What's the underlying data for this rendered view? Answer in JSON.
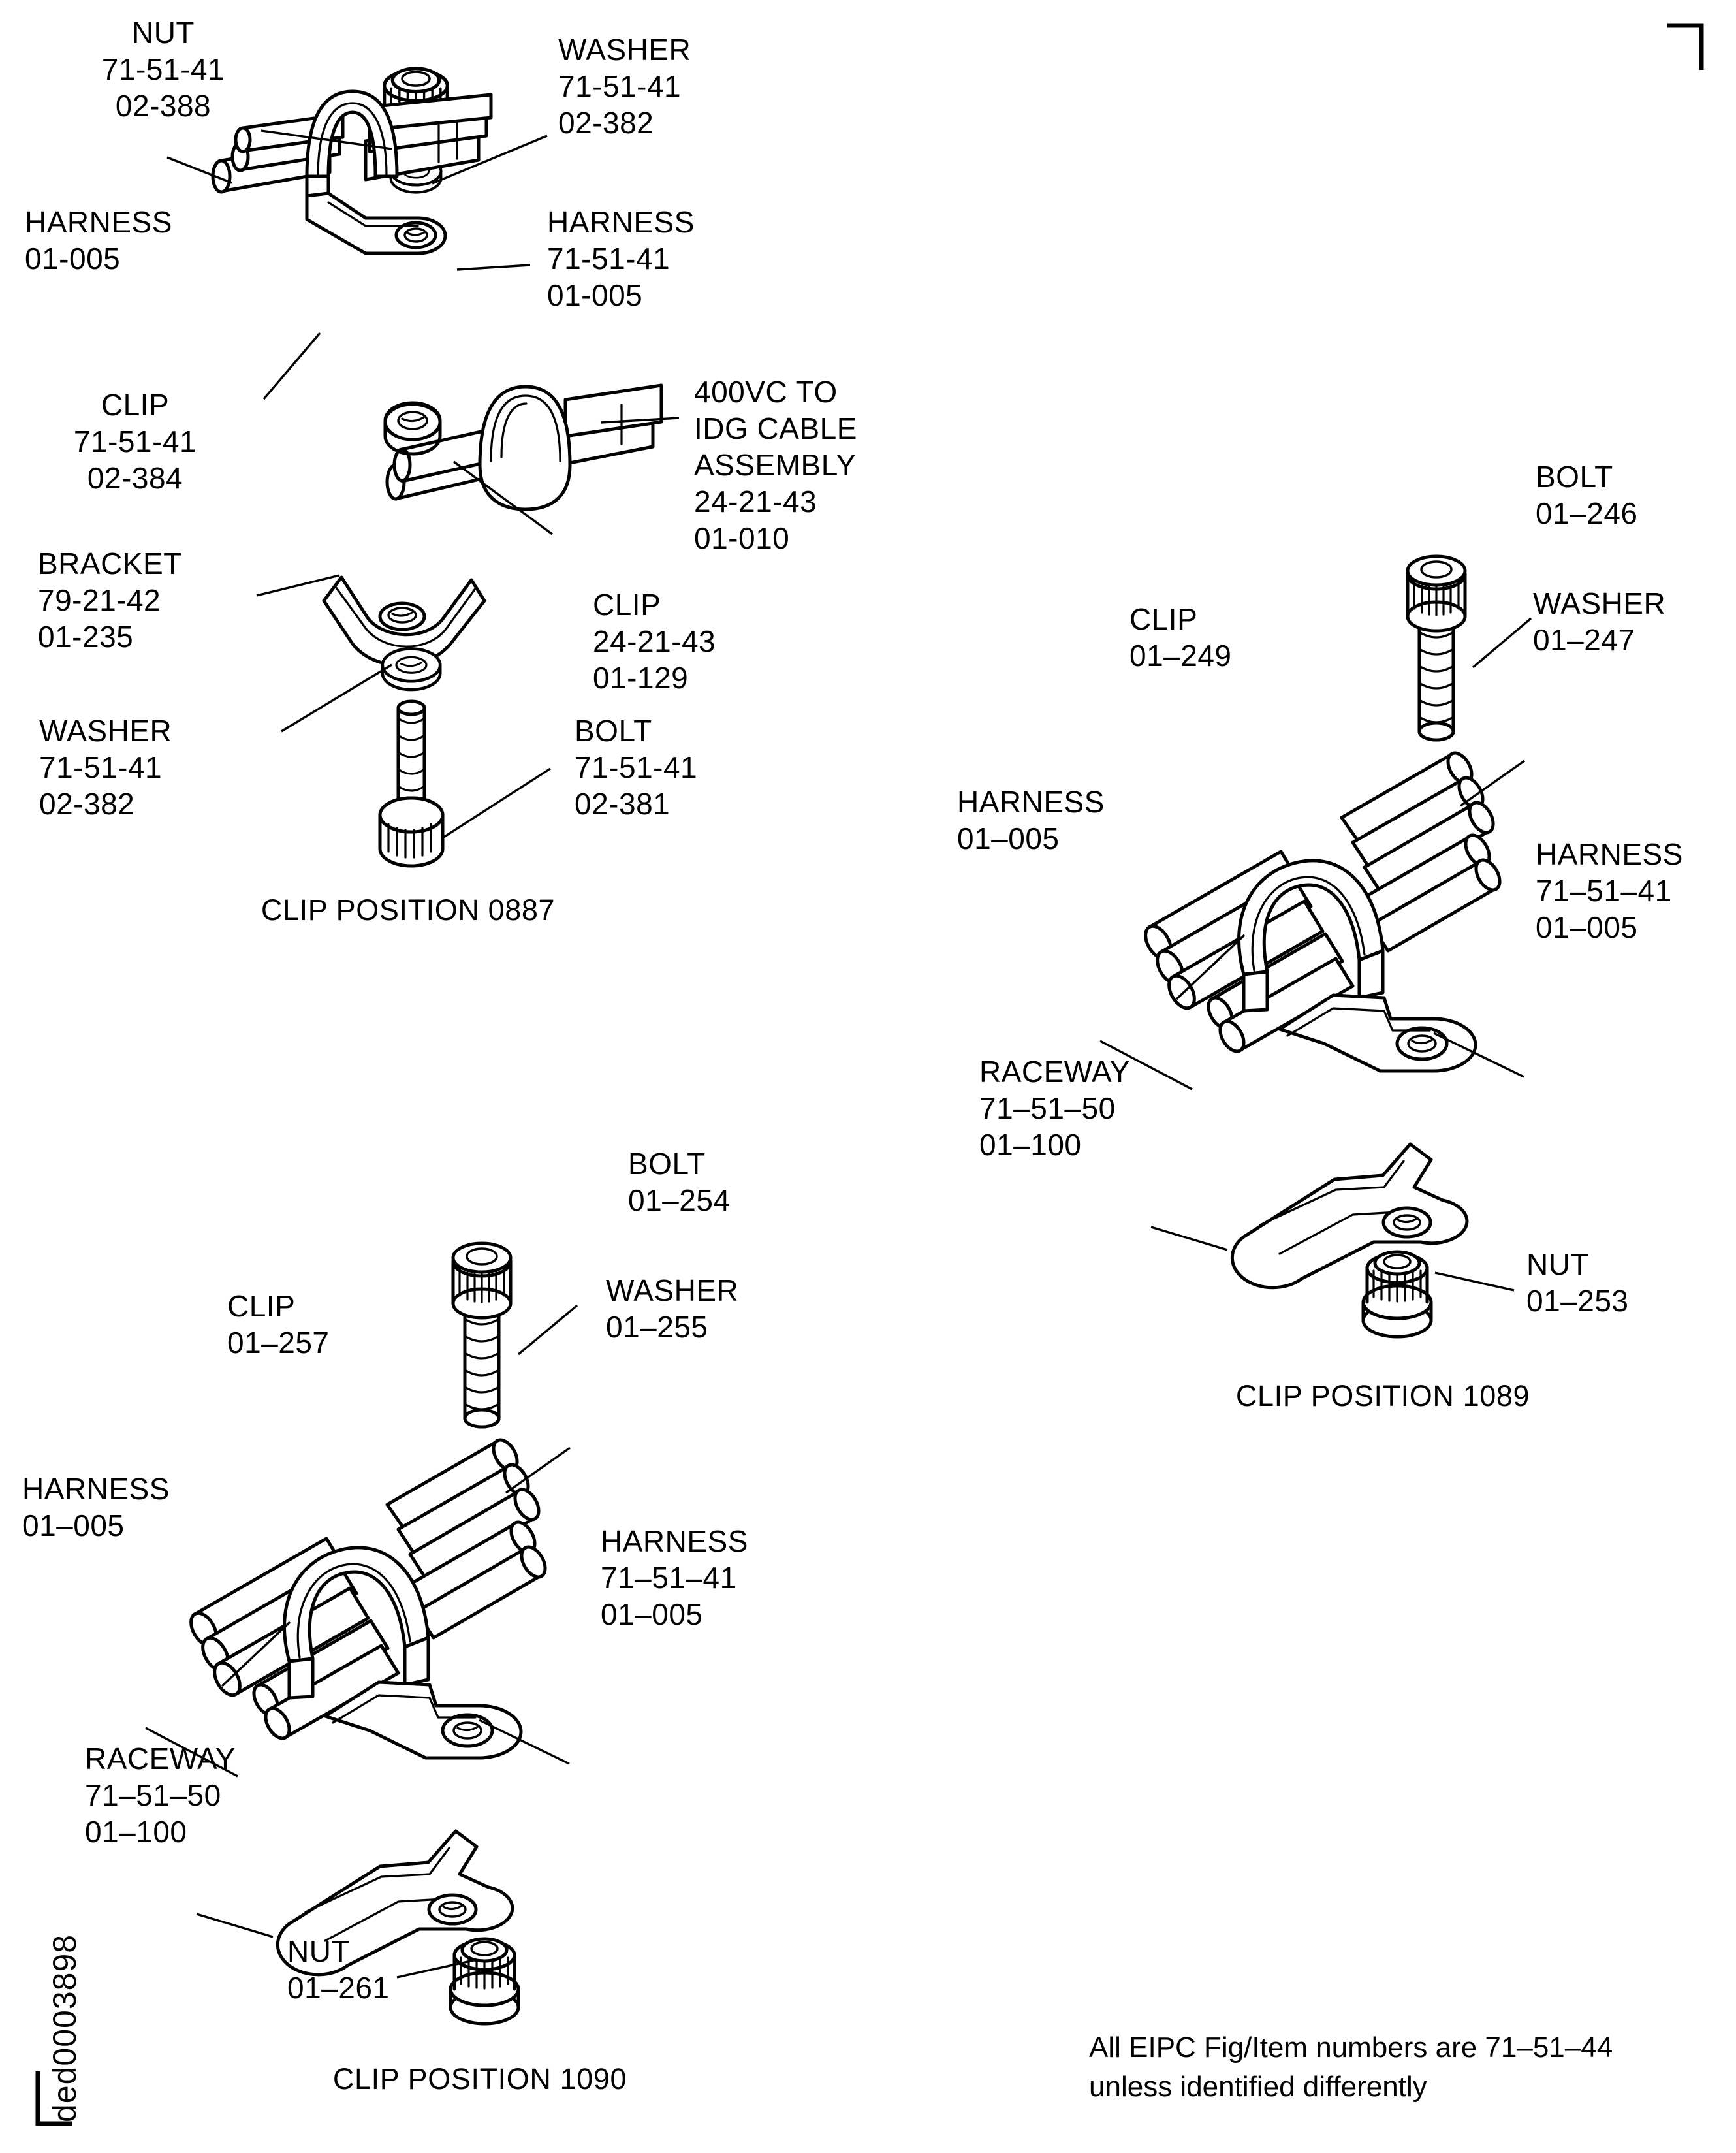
{
  "document": {
    "drawing_id": "ded0003898",
    "footer_note_line1": "All EIPC Fig/Item numbers are 71–51–44",
    "footer_note_line2": "unless identified differently"
  },
  "sections": [
    {
      "id": "clip-position-0887",
      "title": "CLIP POSITION 0887",
      "labels": [
        {
          "key": "nut",
          "name": "NUT",
          "lines": [
            "NUT",
            "71-51-41",
            "02-388"
          ]
        },
        {
          "key": "washer_top",
          "name": "WASHER",
          "lines": [
            "WASHER",
            "71-51-41",
            "02-382"
          ]
        },
        {
          "key": "harness_left",
          "name": "HARNESS",
          "lines": [
            "HARNESS",
            "01-005"
          ]
        },
        {
          "key": "harness_right",
          "name": "HARNESS",
          "lines": [
            "HARNESS",
            "71-51-41",
            "01-005"
          ]
        },
        {
          "key": "clip_upper",
          "name": "CLIP",
          "lines": [
            "CLIP",
            "71-51-41",
            "02-384"
          ]
        },
        {
          "key": "cable_assy",
          "name": "400VC TO IDG CABLE ASSEMBLY",
          "lines": [
            "400VC TO",
            "IDG CABLE",
            "ASSEMBLY",
            "24-21-43",
            "01-010"
          ]
        },
        {
          "key": "bracket",
          "name": "BRACKET",
          "lines": [
            "BRACKET",
            "79-21-42",
            "01-235"
          ]
        },
        {
          "key": "clip_lower",
          "name": "CLIP",
          "lines": [
            "CLIP",
            "24-21-43",
            "01-129"
          ]
        },
        {
          "key": "washer_bot",
          "name": "WASHER",
          "lines": [
            "WASHER",
            "71-51-41",
            "02-382"
          ]
        },
        {
          "key": "bolt",
          "name": "BOLT",
          "lines": [
            "BOLT",
            "71-51-41",
            "02-381"
          ]
        }
      ]
    },
    {
      "id": "clip-position-1089",
      "title": "CLIP POSITION 1089",
      "labels": [
        {
          "key": "bolt",
          "name": "BOLT",
          "lines": [
            "BOLT",
            "01–246"
          ]
        },
        {
          "key": "washer",
          "name": "WASHER",
          "lines": [
            "WASHER",
            "01–247"
          ]
        },
        {
          "key": "clip",
          "name": "CLIP",
          "lines": [
            "CLIP",
            "01–249"
          ]
        },
        {
          "key": "harness_left",
          "name": "HARNESS",
          "lines": [
            "HARNESS",
            "01–005"
          ]
        },
        {
          "key": "harness_right",
          "name": "HARNESS",
          "lines": [
            "HARNESS",
            "71–51–41",
            "01–005"
          ]
        },
        {
          "key": "raceway",
          "name": "RACEWAY",
          "lines": [
            "RACEWAY",
            "71–51–50",
            "01–100"
          ]
        },
        {
          "key": "nut",
          "name": "NUT",
          "lines": [
            "NUT",
            "01–253"
          ]
        }
      ]
    },
    {
      "id": "clip-position-1090",
      "title": "CLIP POSITION 1090",
      "labels": [
        {
          "key": "bolt",
          "name": "BOLT",
          "lines": [
            "BOLT",
            "01–254"
          ]
        },
        {
          "key": "washer",
          "name": "WASHER",
          "lines": [
            "WASHER",
            "01–255"
          ]
        },
        {
          "key": "clip",
          "name": "CLIP",
          "lines": [
            "CLIP",
            "01–257"
          ]
        },
        {
          "key": "harness_left",
          "name": "HARNESS",
          "lines": [
            "HARNESS",
            "01–005"
          ]
        },
        {
          "key": "harness_right",
          "name": "HARNESS",
          "lines": [
            "HARNESS",
            "71–51–41",
            "01–005"
          ]
        },
        {
          "key": "raceway",
          "name": "RACEWAY",
          "lines": [
            "RACEWAY",
            "71–51–50",
            "01–100"
          ]
        },
        {
          "key": "nut",
          "name": "NUT",
          "lines": [
            "NUT",
            "01–261"
          ]
        }
      ]
    }
  ],
  "text": {
    "s0_nut": "NUT\n71-51-41\n02-388",
    "s0_washer_top": "WASHER\n71-51-41\n02-382",
    "s0_harness_left": "HARNESS\n01-005",
    "s0_harness_right": "HARNESS\n71-51-41\n01-005",
    "s0_clip_upper": "CLIP\n71-51-41\n02-384",
    "s0_cable_assy": "400VC TO\nIDG CABLE\nASSEMBLY\n24-21-43\n01-010",
    "s0_bracket": "BRACKET\n79-21-42\n01-235",
    "s0_clip_lower": "CLIP\n24-21-43\n01-129",
    "s0_washer_bot": "WASHER\n71-51-41\n02-382",
    "s0_bolt": "BOLT\n71-51-41\n02-381",
    "s0_title": "CLIP POSITION 0887",
    "s1_bolt": "BOLT\n01–246",
    "s1_washer": "WASHER\n01–247",
    "s1_clip": "CLIP\n01–249",
    "s1_harness_left": "HARNESS\n01–005",
    "s1_harness_right": "HARNESS\n71–51–41\n01–005",
    "s1_raceway": "RACEWAY\n71–51–50\n01–100",
    "s1_nut": "NUT\n01–253",
    "s1_title": "CLIP POSITION 1089",
    "s2_bolt": "BOLT\n01–254",
    "s2_washer": "WASHER\n01–255",
    "s2_clip": "CLIP\n01–257",
    "s2_harness_left": "HARNESS\n01–005",
    "s2_harness_right": "HARNESS\n71–51–41\n01–005",
    "s2_raceway": "RACEWAY\n71–51–50\n01–100",
    "s2_nut": "NUT\n01–261",
    "s2_title": "CLIP POSITION 1090",
    "footer1": "All EIPC Fig/Item numbers are 71–51–44",
    "footer2": "unless identified differently",
    "drawing_id": "ded0003898"
  },
  "colors": {
    "ink": "#000000",
    "paper": "#ffffff"
  }
}
